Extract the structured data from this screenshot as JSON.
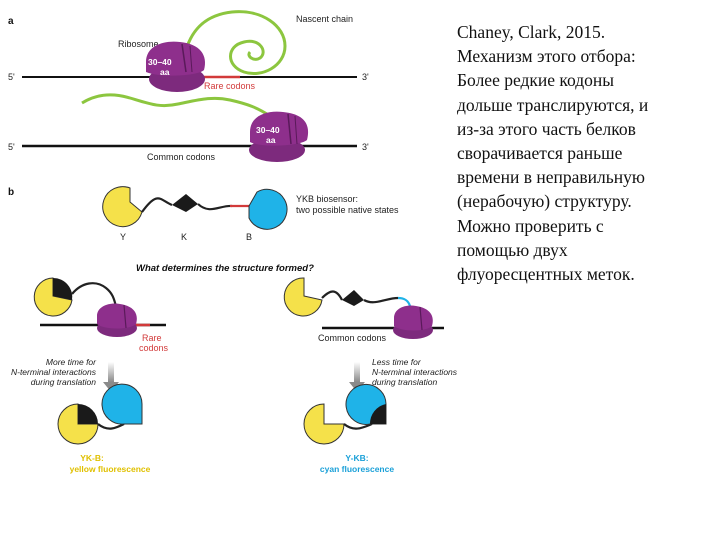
{
  "panel_a": {
    "panel_letter": "a",
    "nascent_chain_label": "Nascent chain",
    "ribosome_label": "Ribosome",
    "aa_count_top": "30–40",
    "aa_unit_top": "aa",
    "rare_codons_label": "Rare codons",
    "five_prime_top": "5'",
    "three_prime_top": "3'",
    "aa_count_bottom": "30–40",
    "aa_unit_bottom": "aa",
    "five_prime_bottom": "5'",
    "three_prime_bottom": "3'",
    "common_codons_label": "Common codons"
  },
  "panel_b": {
    "panel_letter": "b",
    "domain_y": "Y",
    "domain_k": "K",
    "domain_b": "B",
    "biosensor_line1": "YKB biosensor:",
    "biosensor_line2": "two possible native states",
    "question": "What determines the structure formed?",
    "left_rare_line1": "Rare",
    "left_rare_line2": "codons",
    "right_common": "Common codons",
    "left_caption": [
      "More time for",
      "N-terminal interactions",
      "during translation"
    ],
    "right_caption": [
      "Less time for",
      "N-terminal interactions",
      "during translation"
    ],
    "left_result_name": "YK-B:",
    "left_result_desc": "yellow fluorescence",
    "right_result_name": "Y-KB:",
    "right_result_desc": "cyan fluorescence"
  },
  "note_lines": [
    "Chaney, Clark, 2015.",
    "Механизм этого отбора:",
    "Более редкие кодоны",
    "дольше транслируются, и",
    "из-за этого часть белков",
    "сворачивается раньше",
    "времени в неправильную",
    "(нерабочую) структуру.",
    "Можно проверить с",
    "помощью двух",
    "флуоресцентных меток."
  ],
  "colors": {
    "ribosome": "#8e2f8c",
    "ribosome_dark": "#6a1f6a",
    "nascent_chain": "#8cc63f",
    "rare_codons": "#d23a3a",
    "yellow_domain": "#f5e14a",
    "cyan_domain": "#1fb3e8",
    "dark_domain": "#1a1a1a",
    "mrna": "#111111",
    "arrow": "#888888"
  }
}
